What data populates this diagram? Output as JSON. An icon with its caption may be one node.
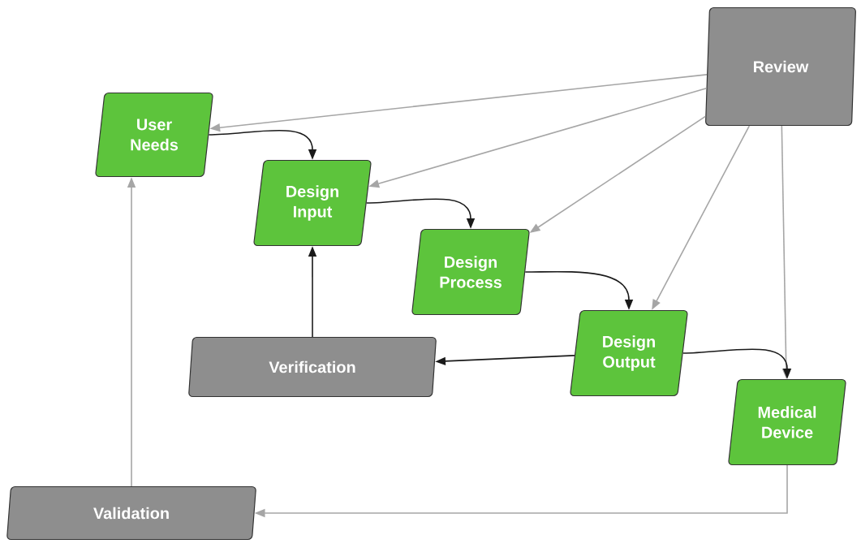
{
  "diagram": {
    "nodes": [
      {
        "text": [
          "Review"
        ]
      },
      {
        "text": [
          "User Needs"
        ]
      },
      {
        "text": [
          "Design Input"
        ]
      },
      {
        "text": [
          "Design Process"
        ]
      },
      {
        "text": [
          "Verification"
        ]
      },
      {
        "text": [
          "Design Output"
        ]
      },
      {
        "text": [
          "Medical Device"
        ]
      },
      {
        "text": [
          "Validation"
        ]
      }
    ],
    "edges": [
      {
        "from": 0,
        "to": 1,
        "arrow": "to",
        "color": "#a6a6a6"
      },
      {
        "from": 0,
        "to": 2,
        "arrow": "to",
        "color": "#a6a6a6"
      },
      {
        "from": 0,
        "to": 3,
        "arrow": "to",
        "color": "#a6a6a6"
      },
      {
        "from": 0,
        "to": 5,
        "arrow": "to",
        "color": "#a6a6a6"
      },
      {
        "from": 0,
        "to": 6,
        "arrow": "to",
        "color": "#a6a6a6"
      },
      {
        "from": 1,
        "to": 2,
        "arrow": "to",
        "color": "#1a1a1a"
      },
      {
        "from": 2,
        "to": 3,
        "arrow": "to",
        "color": "#1a1a1a"
      },
      {
        "from": 3,
        "to": 5,
        "arrow": "to",
        "color": "#1a1a1a"
      },
      {
        "from": 5,
        "to": 6,
        "arrow": "to",
        "color": "#1a1a1a"
      },
      {
        "from": 5,
        "to": 4,
        "arrow": "to",
        "color": "#1a1a1a"
      },
      {
        "from": 4,
        "to": 2,
        "arrow": "to",
        "color": "#1a1a1a"
      },
      {
        "from": 6,
        "to": 7,
        "arrow": "to",
        "color": "#a6a6a6"
      },
      {
        "from": 7,
        "to": 1,
        "arrow": "to",
        "color": "#a6a6a6"
      }
    ]
  }
}
